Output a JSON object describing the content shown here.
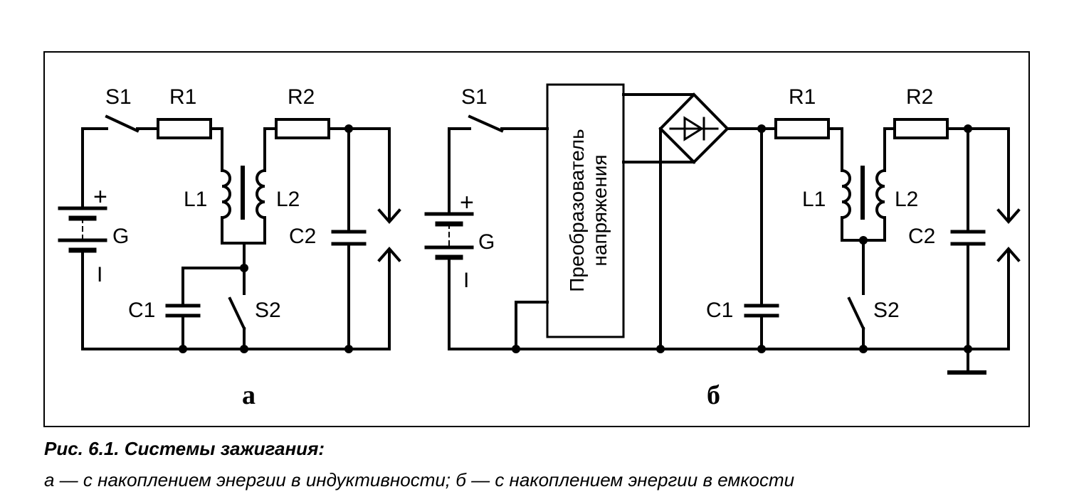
{
  "labels": {
    "a": {
      "s1": "S1",
      "r1": "R1",
      "r2": "R2",
      "l1": "L1",
      "l2": "L2",
      "plus": "+",
      "minus": "I",
      "g": "G",
      "c1": "C1",
      "c2": "C2",
      "s2": "S2"
    },
    "b": {
      "s1": "S1",
      "r1": "R1",
      "r2": "R2",
      "l1": "L1",
      "l2": "L2",
      "plus": "+",
      "minus": "I",
      "g": "G",
      "c1": "C1",
      "c2": "C2",
      "s2": "S2"
    }
  },
  "converter": {
    "line1": "Преобразователь",
    "line2": "напряжения"
  },
  "subfig": {
    "a": "а",
    "b": "б"
  },
  "caption": {
    "title": "Рис. 6.1. Системы зажигания:",
    "text": "а — с накоплением энергии в индуктивности; б — с накоплением энергии в емкости"
  }
}
